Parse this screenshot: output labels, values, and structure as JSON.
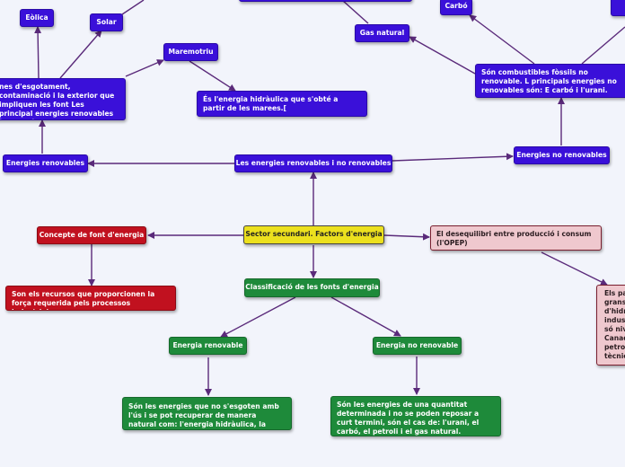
{
  "nodes": {
    "center": "Sector secundari. Factors d'energia",
    "renov_no_renov": "Les energies renovables i no renovables",
    "energies_renovables": "Energies renovables",
    "energies_no_renovables": "Energies no renovables",
    "renov_desc": "nes d'esgotament, contaminació i la exterior que impliquen les font Les principal energies renovables àulica, eòlica, solar.",
    "eolica": "Eòlica",
    "solar": "Solar",
    "maremotriu": "Maremotriu",
    "maremotriu_desc": "És l'energia hidràulica que s'obté a partir de les marees.[",
    "gas_natural": "Gas natural",
    "carbo": "Carbó",
    "fossils_desc": "Són combustibles fòssils no renovable. L principals energies no renovables són: E carbó i l'urani.",
    "concepte": "Concepte de font d'energia",
    "concepte_desc": "Son els recursos que proporcionen la força requerida pels processos industrials.",
    "desequilibri": "El desequilibri entre producció i consum (l'OPEP)",
    "desequilibri_desc": "Els pa grans d'hidr indus en só nivell Canad petrol tècnic",
    "classificacio": "Classificació de les fonts d'energia",
    "energia_renovable": "Energia renovable",
    "energia_no_renovable": "Energia no renovable",
    "renovable_desc": "Són les energies que no s'esgoten amb l'ús i se pot recuperar de manera natural com: l'energia hidràulica, la solar, l'eòlica.",
    "no_renovable_desc": "Són les energies de una quantitat determinada i no se poden reposar a curt termini, són el cas de: l'urani, el carbó, el petroli i el gas natural."
  },
  "colors": {
    "background": "#f2f4fb",
    "blue": "#3a10d9",
    "red": "#c1111f",
    "green": "#1e8a3a",
    "pink": "#efc8ce",
    "yellow": "#ece01e",
    "connector": "#5a2a7a"
  }
}
